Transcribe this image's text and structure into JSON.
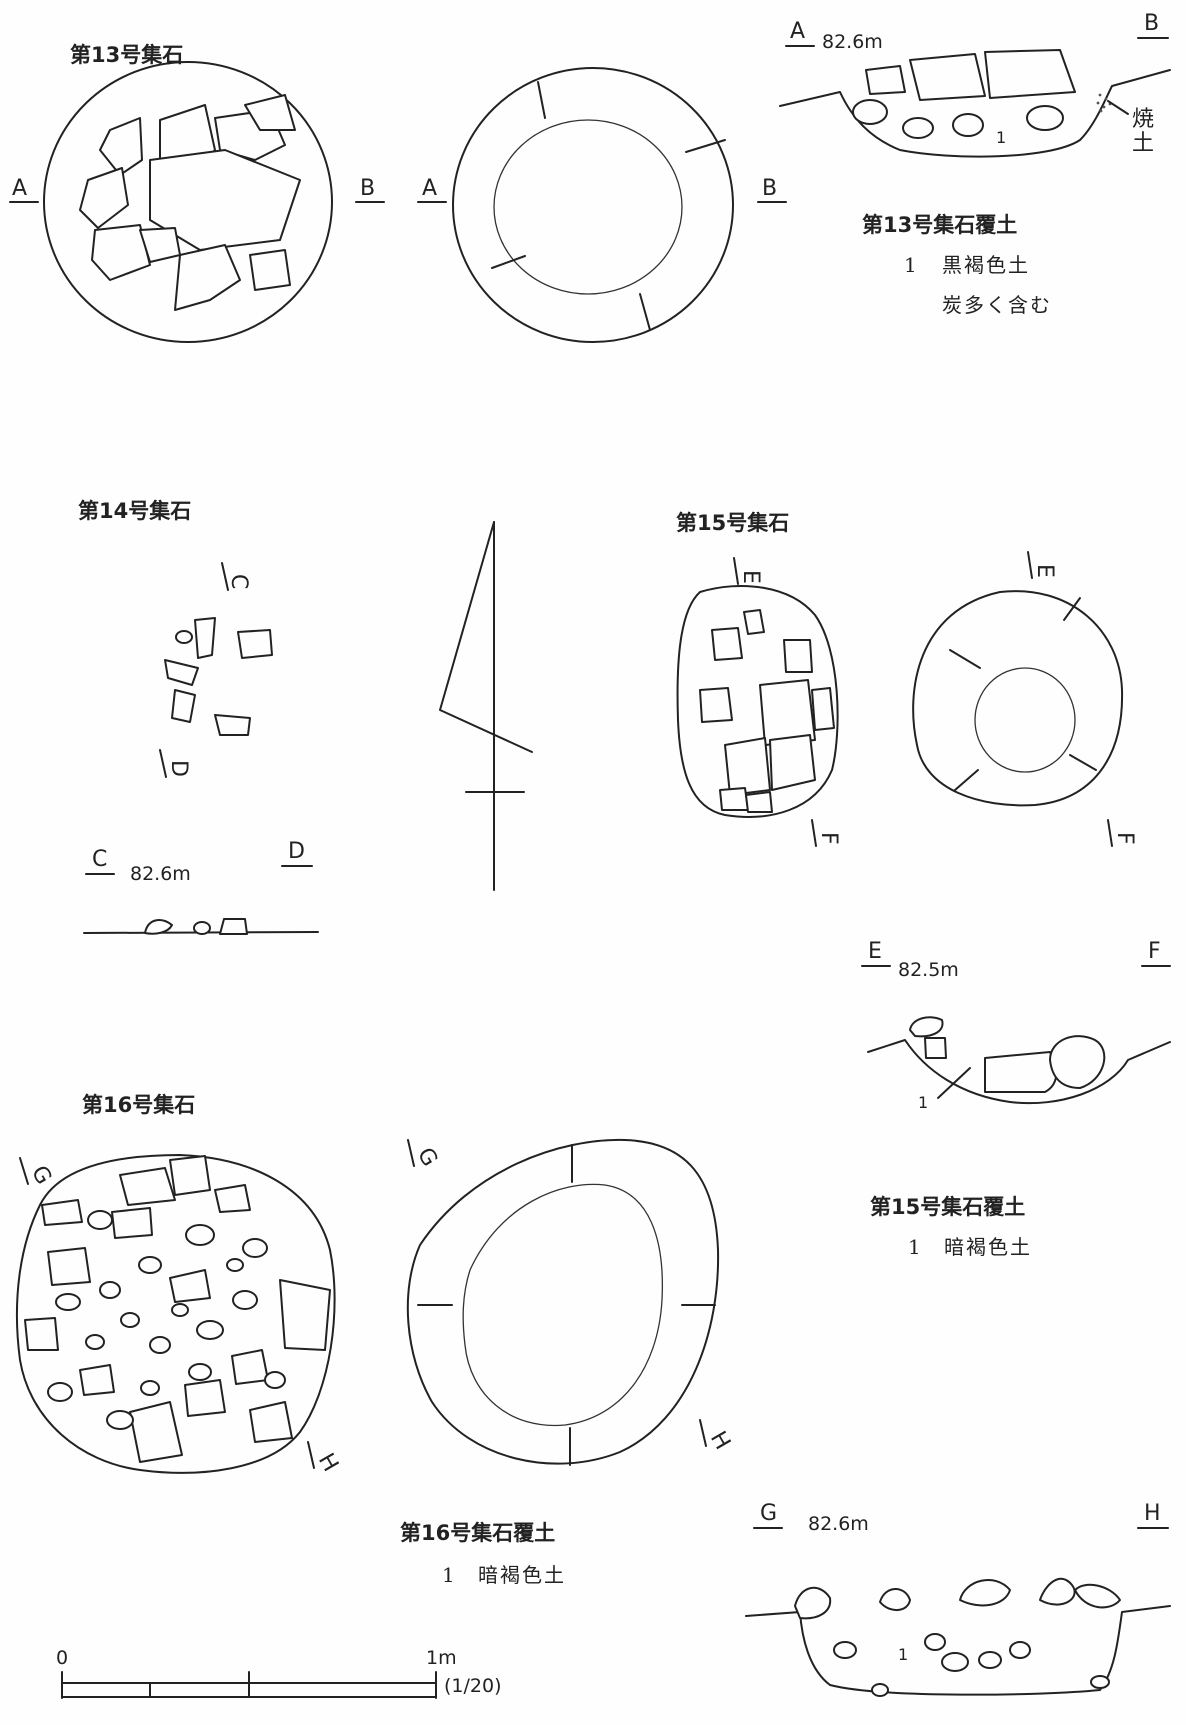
{
  "titles": {
    "s13": "第13号集石",
    "s14": "第14号集石",
    "s15": "第15号集石",
    "s16": "第16号集石"
  },
  "labels": {
    "A": "A",
    "B": "B",
    "C": "C",
    "D": "D",
    "E": "E",
    "F": "F",
    "G": "G",
    "H": "H",
    "layer_no": "1"
  },
  "elevations": {
    "ab": "82.6m",
    "cd": "82.6m",
    "ef": "82.5m",
    "gh": "82.6m"
  },
  "legends": {
    "s13": {
      "title": "第13号集石覆土",
      "no": "1",
      "line1": "黒褐色土",
      "line2": "炭多く含む",
      "burnt1": "焼",
      "burnt2": "土"
    },
    "s15": {
      "title": "第15号集石覆土",
      "no": "1",
      "text": "暗褐色土"
    },
    "s16": {
      "title": "第16号集石覆土",
      "no": "1",
      "text": "暗褐色土"
    }
  },
  "scale": {
    "zero": "0",
    "one": "1m",
    "ratio": "(1/20)"
  }
}
